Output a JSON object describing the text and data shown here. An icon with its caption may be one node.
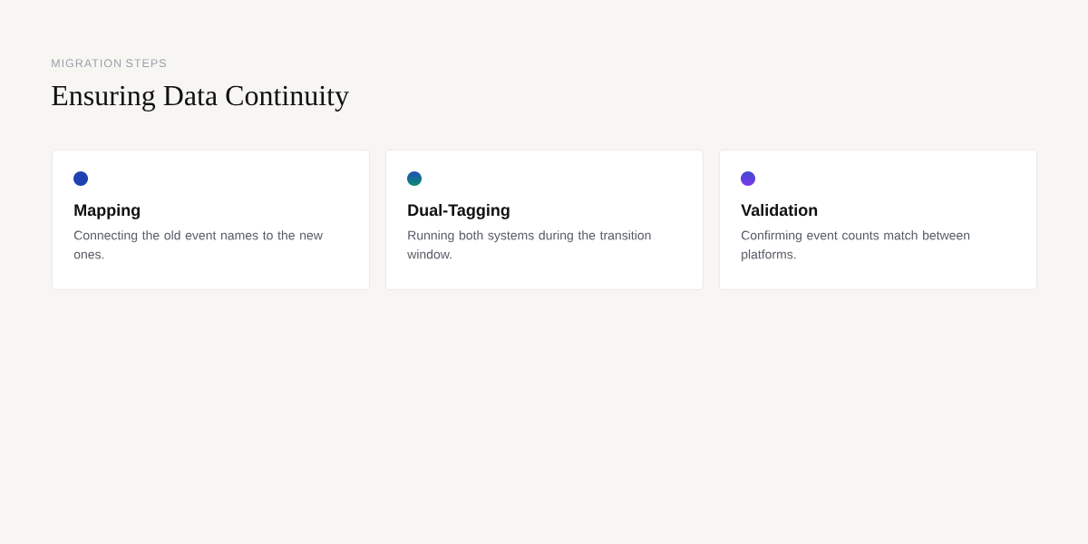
{
  "diagram": {
    "title": "Ensuring Data Continuity",
    "nodes": [
      {
        "text": [
          "Mapping",
          "Connecting the old event names to the new ones."
        ]
      },
      {
        "text": [
          "Dual-Tagging",
          "Running both systems during the transition window."
        ]
      },
      {
        "text": [
          "Validation",
          "Confirming event counts match between platforms."
        ]
      }
    ],
    "labels": [
      "MIGRATION STEPS"
    ]
  }
}
